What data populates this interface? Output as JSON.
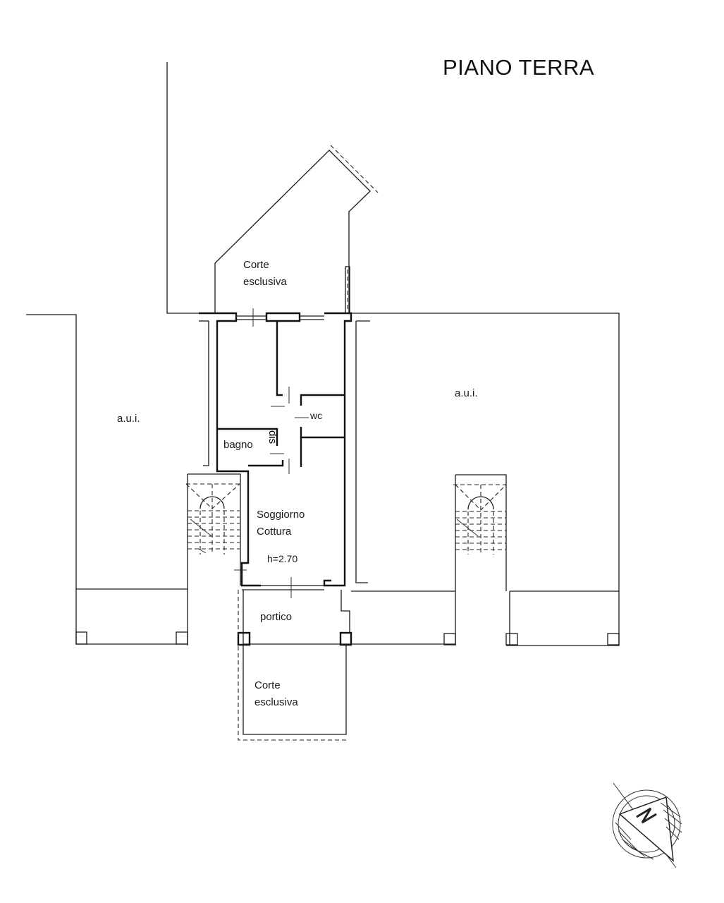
{
  "title": "PIANO TERRA",
  "rooms": {
    "corte_north": [
      "Corte",
      "esclusiva"
    ],
    "aui_left": "a.u.i.",
    "aui_right": "a.u.i.",
    "wc": "wc",
    "bagno": "bagno",
    "dis": "dis",
    "soggiorno": [
      "Soggiorno",
      "Cottura"
    ],
    "height": "h=2.70",
    "portico": "portico",
    "corte_south": [
      "Corte",
      "esclusiva"
    ]
  },
  "compass": {
    "label": "N"
  }
}
